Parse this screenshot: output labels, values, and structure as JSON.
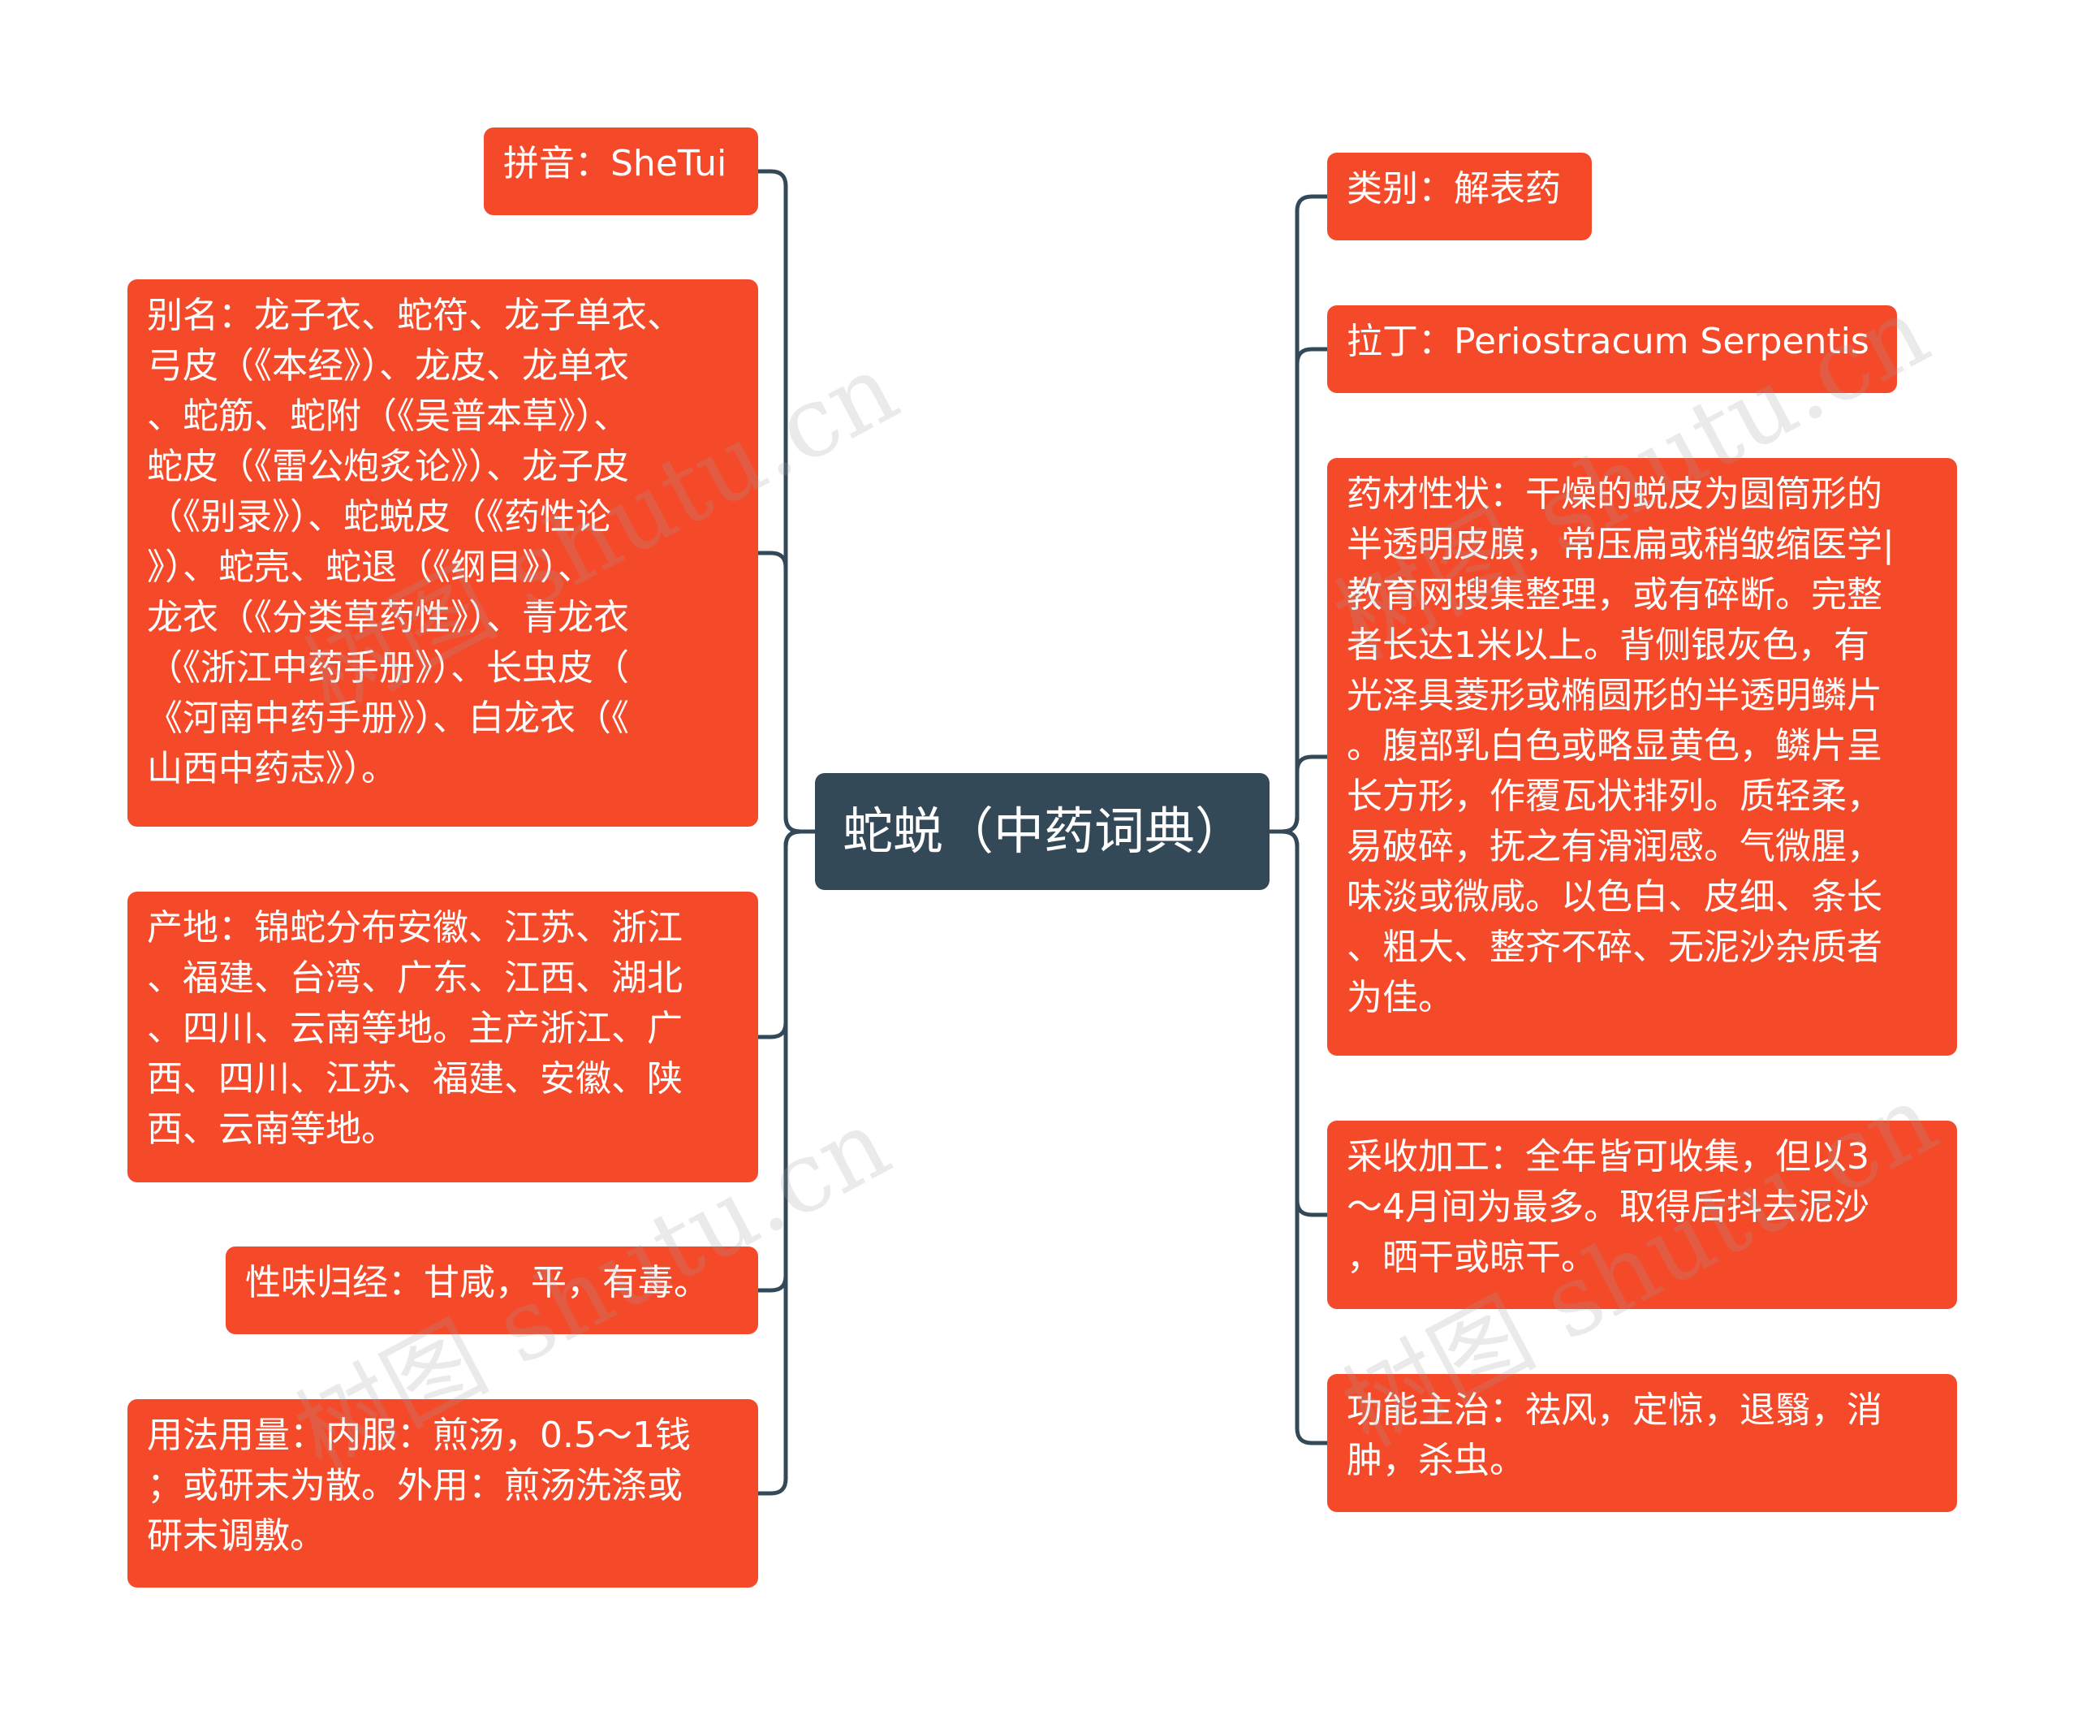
{
  "root": {
    "label": "蛇蜕（中药词典）"
  },
  "left": [
    {
      "id": "pinyin",
      "lines": [
        "拼音：SheTui"
      ]
    },
    {
      "id": "alias",
      "lines": [
        "别名：龙子衣、蛇符、龙子单衣、",
        "弓皮（《本经》）、龙皮、龙单衣",
        "、蛇筋、蛇附（《吴普本草》）、",
        "蛇皮（《雷公炮炙论》）、龙子皮",
        "（《别录》）、蛇蜕皮（《药性论",
        "》）、蛇壳、蛇退（《纲目》）、",
        "龙衣（《分类草药性》）、青龙衣",
        "（《浙江中药手册》）、长虫皮（",
        "《河南中药手册》）、白龙衣（《",
        "山西中药志》）。"
      ]
    },
    {
      "id": "origin",
      "lines": [
        "产地：锦蛇分布安徽、江苏、浙江",
        "、福建、台湾、广东、江西、湖北",
        "、四川、云南等地。主产浙江、广",
        "西、四川、江苏、福建、安徽、陕",
        "西、云南等地。"
      ]
    },
    {
      "id": "nature",
      "lines": [
        "性味归经：甘咸，平，有毒。"
      ]
    },
    {
      "id": "usage",
      "lines": [
        "用法用量：内服：煎汤，0.5～1钱",
        "；或研末为散。外用：煎汤洗涤或",
        "研末调敷。"
      ]
    }
  ],
  "right": [
    {
      "id": "category",
      "lines": [
        "类别：解表药"
      ]
    },
    {
      "id": "latin",
      "lines": [
        "拉丁：Periostracum Serpentis"
      ]
    },
    {
      "id": "traits",
      "lines": [
        "药材性状：干燥的蜕皮为圆筒形的",
        "半透明皮膜，常压扁或稍皱缩医学|",
        "教育网搜集整理，或有碎断。完整",
        "者长达1米以上。背侧银灰色，有",
        "光泽具菱形或椭圆形的半透明鳞片",
        "。腹部乳白色或略显黄色，鳞片呈",
        "长方形，作覆瓦状排列。质轻柔，",
        "易破碎，抚之有滑润感。气微腥，",
        "味淡或微咸。以色白、皮细、条长",
        "、粗大、整齐不碎、无泥沙杂质者",
        "为佳。"
      ]
    },
    {
      "id": "harvest",
      "lines": [
        "采收加工：全年皆可收集，但以3",
        "～4月间为最多。取得后抖去泥沙",
        "，晒干或晾干。"
      ]
    },
    {
      "id": "function",
      "lines": [
        "功能主治：祛风，定惊，退翳，消",
        "肿，杀虫。"
      ]
    }
  ],
  "watermark": "树图 shutu.cn",
  "colors": {
    "node": "#f54a2a",
    "root": "#344958",
    "connector": "#344958"
  }
}
